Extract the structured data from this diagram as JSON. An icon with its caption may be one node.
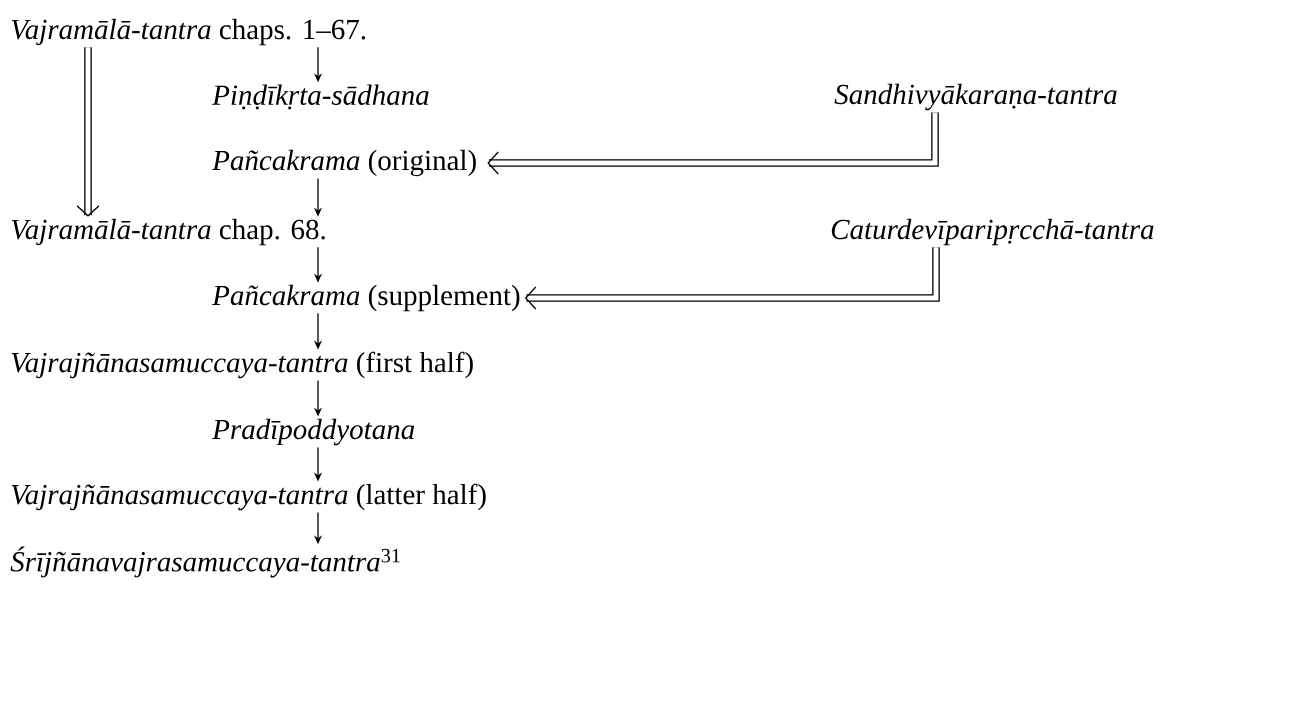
{
  "diagram": {
    "nodes": [
      {
        "text": [
          "*Vajramālā-tantra* chaps. 1–67."
        ]
      },
      {
        "text": [
          "Piṇḍīkṛta-sādhana"
        ]
      },
      {
        "text": [
          "Sandhivyākaraṇa-tantra"
        ]
      },
      {
        "text": [
          "*Pañcakrama* (original)"
        ]
      },
      {
        "text": [
          "*Vajramālā-tantra* chap. 68."
        ]
      },
      {
        "text": [
          "Caturdevīparipṛcchā-tantra"
        ]
      },
      {
        "text": [
          "*Pañcakrama* (supplement)"
        ]
      },
      {
        "text": [
          "*Vajrajñānasamuccaya-tantra* (first half)"
        ]
      },
      {
        "text": [
          "Pradīpoddyotana"
        ]
      },
      {
        "text": [
          "*Vajrajñānasamuccaya-tantra* (latter half)"
        ]
      },
      {
        "text": [
          "*Śrījñānavajrasamuccaya-tantra*$^{31}$"
        ]
      }
    ],
    "edges": [
      {
        "from": 0,
        "to": 1,
        "arrow": "to"
      },
      {
        "from": 0,
        "to": 4,
        "arrow": "to",
        "style": "thick"
      },
      {
        "from": 2,
        "to": 3,
        "arrow": "to",
        "style": "thick"
      },
      {
        "from": 3,
        "to": 4,
        "arrow": "to"
      },
      {
        "from": 4,
        "to": 6,
        "arrow": "to"
      },
      {
        "from": 5,
        "to": 6,
        "arrow": "to",
        "style": "thick"
      },
      {
        "from": 6,
        "to": 7,
        "arrow": "to"
      },
      {
        "from": 7,
        "to": 8,
        "arrow": "to"
      },
      {
        "from": 8,
        "to": 9,
        "arrow": "to"
      },
      {
        "from": 9,
        "to": 10,
        "arrow": "to"
      }
    ]
  }
}
